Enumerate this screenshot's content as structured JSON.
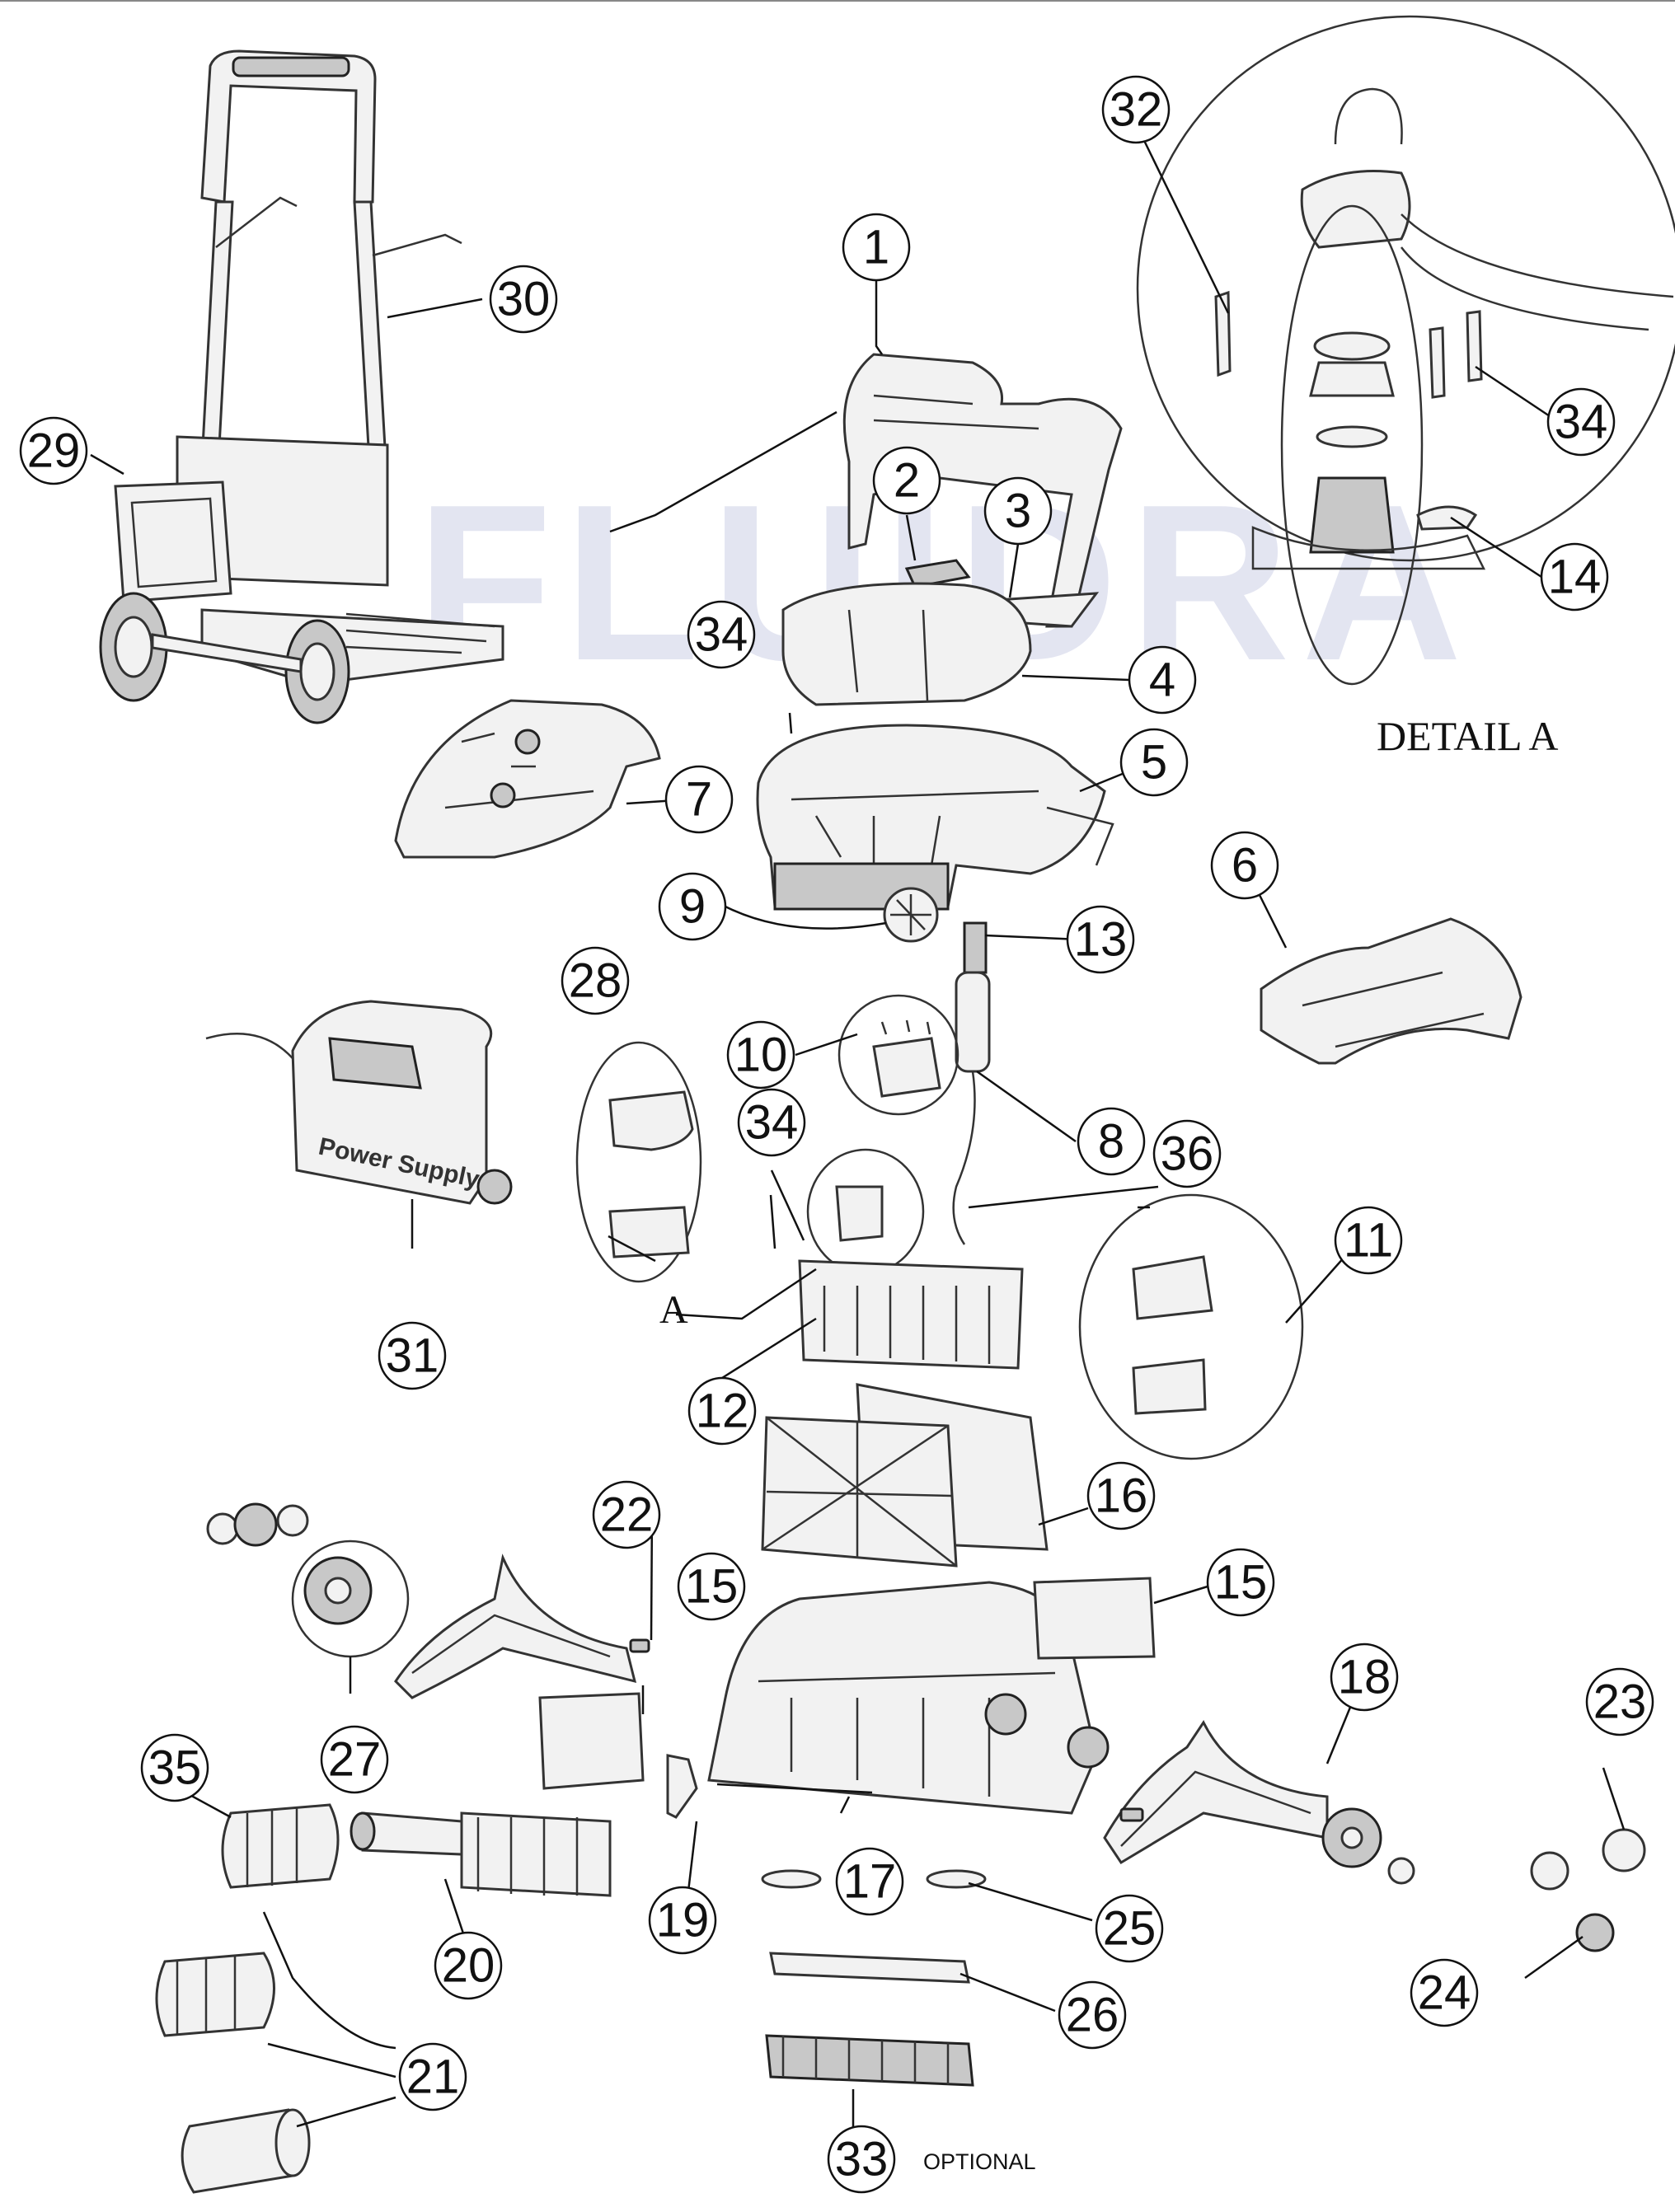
{
  "watermark": "FLUIDRA",
  "detail_title": "DETAIL A",
  "detail_ref": "A",
  "optional_note": "OPTIONAL",
  "power_supply_label": "Power Supply",
  "callouts": [
    "1",
    "2",
    "3",
    "4",
    "5",
    "6",
    "7",
    "8",
    "9",
    "10",
    "11",
    "12",
    "13",
    "14",
    "15",
    "15",
    "16",
    "17",
    "18",
    "19",
    "20",
    "21",
    "22",
    "23",
    "24",
    "25",
    "26",
    "27",
    "28",
    "29",
    "30",
    "31",
    "32",
    "33",
    "34",
    "34",
    "34",
    "35",
    "36"
  ]
}
